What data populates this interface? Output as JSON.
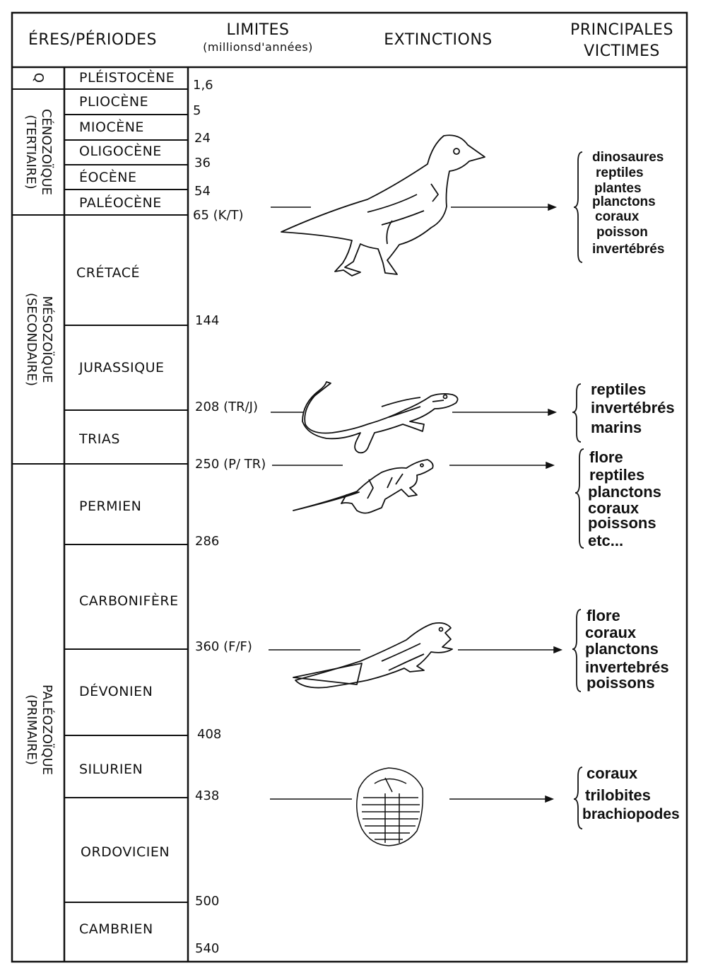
{
  "header": {
    "col_eras": "ÉRES/PÉRIODES",
    "col_limits": "LIMITES",
    "col_limits_unit": "(millionsd'années)",
    "col_extinctions": "EXTINCTIONS",
    "col_victims_line1": "PRINCIPALES",
    "col_victims_line2": "VICTIMES"
  },
  "eras": [
    {
      "id": "quaternaire",
      "line1": "Q",
      "line2": ""
    },
    {
      "id": "cenozoique",
      "line1": "CÉNOZOÏQUE",
      "line2": "(TERTIAIRE)"
    },
    {
      "id": "mesozoique",
      "line1": "MÉSOZOÏQUE",
      "line2": "(SECONDAIRE)"
    },
    {
      "id": "paleozoique",
      "line1": "PALÉOZOÏQUE",
      "line2": "(PRIMAIRE)"
    }
  ],
  "periods": [
    "PLÉISTOCÈNE",
    "PLIOCÈNE",
    "MIOCÈNE",
    "OLIGOCÈNE",
    "ÉOCÈNE",
    "PALÉOCÈNE",
    "CRÉTACÉ",
    "JURASSIQUE",
    "TRIAS",
    "PERMIEN",
    "CARBONIFÈRE",
    "DÉVONIEN",
    "SILURIEN",
    "ORDOVICIEN",
    "CAMBRIEN"
  ],
  "limits": [
    "1,6",
    "5",
    "24",
    "36",
    "54",
    "65 (K/T)",
    "144",
    "208 (TR/J)",
    "250 (P/ TR)",
    "286",
    "360 (F/F)",
    "408",
    "438",
    "500",
    "540"
  ],
  "extinctions": [
    {
      "icon": "dinosaur-icon",
      "victims": [
        "dinosaures",
        "reptiles",
        "plantes",
        "planctons",
        "coraux",
        "poisson",
        "invertébrés"
      ]
    },
    {
      "icon": "marine-reptile-icon",
      "victims": [
        "reptiles",
        "invertébrés",
        "marins"
      ]
    },
    {
      "icon": "permian-reptile-icon",
      "victims": [
        "flore",
        "reptiles",
        "planctons",
        "coraux",
        "poissons",
        "etc..."
      ]
    },
    {
      "icon": "devonian-fish-icon",
      "victims": [
        "flore",
        "coraux",
        "planctons",
        "invertebrés",
        "poissons"
      ]
    },
    {
      "icon": "trilobite-icon",
      "victims": [
        "coraux",
        "trilobites",
        "brachiopodes"
      ]
    }
  ]
}
